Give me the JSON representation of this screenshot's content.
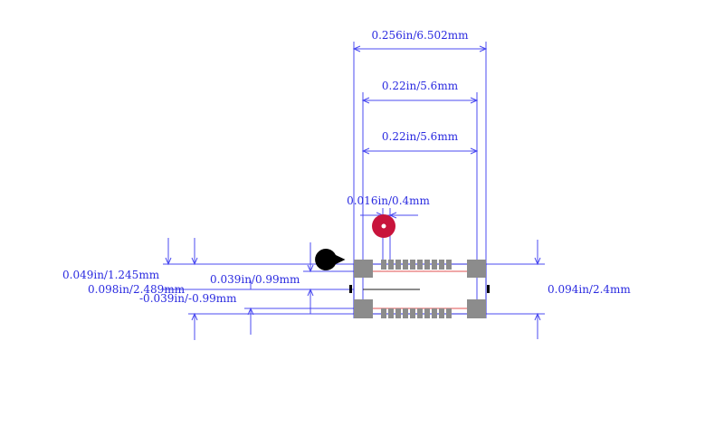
{
  "dimensions": {
    "overall_width": "0.256in/6.502mm",
    "pad_span_top": "0.22in/5.6mm",
    "pad_span_bottom": "0.22in/5.6mm",
    "pitch": "0.016in/0.4mm",
    "row_offset": "0.049in/1.245mm",
    "row_pitch": "0.098in/2.489mm",
    "center_offset_pos": "0.039in/0.99mm",
    "center_offset_neg": "-0.039in/-0.99mm",
    "body_height": "0.094in/2.4mm"
  },
  "colors": {
    "dimension": "#2a2ae0",
    "pad": "#8c8c8c",
    "pin1_marker": "#c8143c",
    "orientation_mark": "#000000"
  },
  "pads": {
    "signal_pads_per_row": 10,
    "rows": 2
  }
}
